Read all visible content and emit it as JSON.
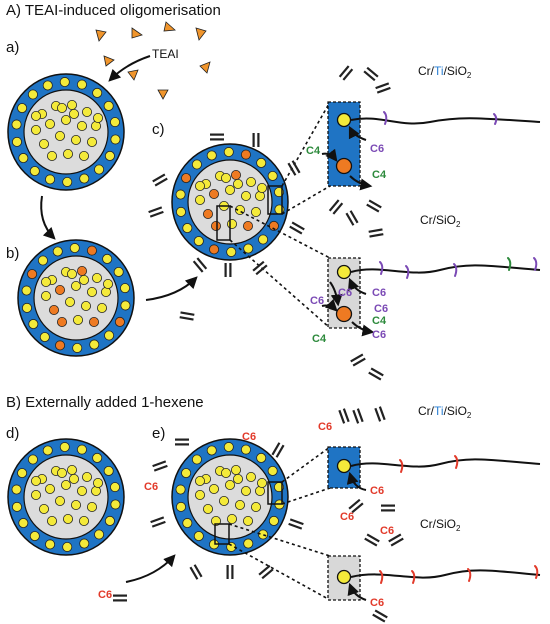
{
  "section_a_title": "A) TEAI-induced oligomerisation",
  "section_b_title": "B)  Externally added 1-hexene",
  "panel_labels": {
    "a": "a)",
    "b": "b)",
    "c": "c)",
    "d": "d)",
    "e": "e)"
  },
  "teai_label": "TEAI",
  "catalysts": {
    "ti_prefix": "Cr/",
    "ti_element": "Ti",
    "ti_suffix": "/SiO",
    "plain": "Cr/SiO",
    "subscript": "2"
  },
  "comonomer_labels": {
    "c6": "C6",
    "c4": "C4"
  },
  "colors": {
    "support_shell": "#1f74c4",
    "pore_core": "#dcdcdc",
    "cr_site": "#f4ea3a",
    "oligomerisation_site": "#ee7a22",
    "teai_triangle": "#f0952c",
    "c4_label": "#2d8a3c",
    "c6_label_oligomer": "#7b4ab5",
    "c6_label_external": "#e23a2a",
    "ti_text": "#2a7fd4",
    "zoom_box_ti": "#1f74c4",
    "zoom_box_sio2": "#d8d8d8"
  }
}
